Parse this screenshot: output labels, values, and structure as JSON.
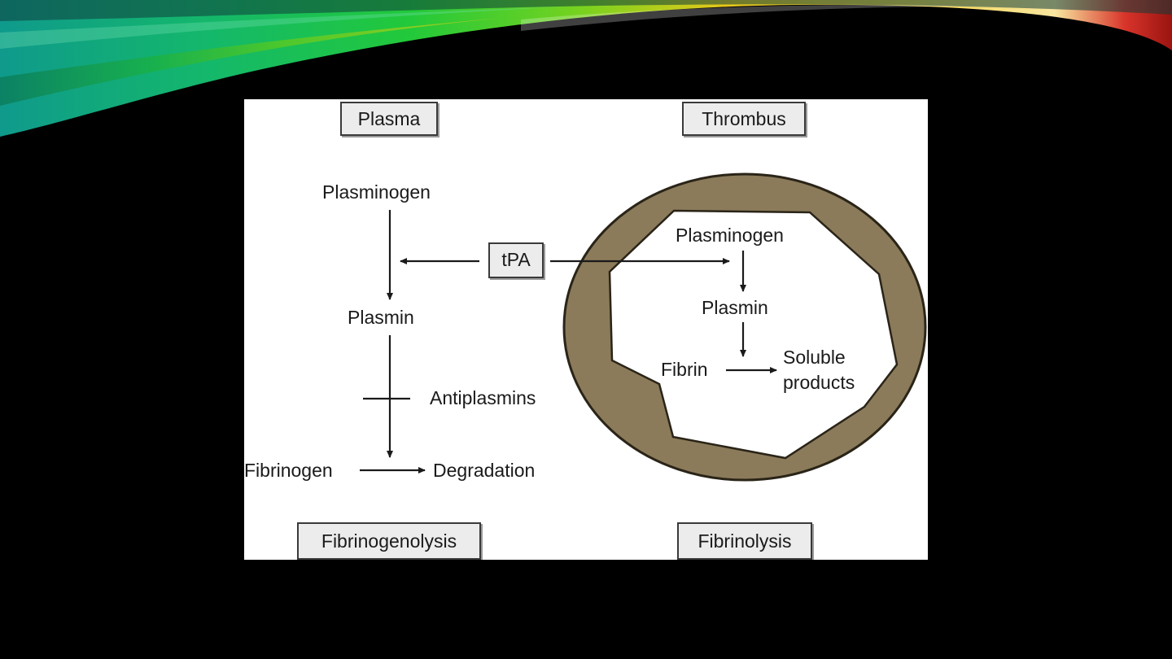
{
  "colors": {
    "background": "#000000",
    "thrombus_fill": "#8b7b5a",
    "swoosh_green": "#1fc63a",
    "swoosh_yellow": "#f2c21a",
    "swoosh_red": "#b21a14"
  },
  "diagram": {
    "boxes": {
      "plasma": "Plasma",
      "thrombus": "Thrombus",
      "tpa": "tPA",
      "fibrinogenolysis": "Fibrinogenolysis",
      "fibrinolysis": "Fibrinolysis"
    },
    "plasma_pathway": {
      "plasminogen": "Plasminogen",
      "plasmin": "Plasmin",
      "antiplasmins": "Antiplasmins",
      "fibrinogen": "Fibrinogen",
      "degradation": "Degradation"
    },
    "thrombus_pathway": {
      "plasminogen": "Plasminogen",
      "plasmin": "Plasmin",
      "fibrin": "Fibrin",
      "soluble_line1": "Soluble",
      "soluble_line2": "products"
    }
  }
}
